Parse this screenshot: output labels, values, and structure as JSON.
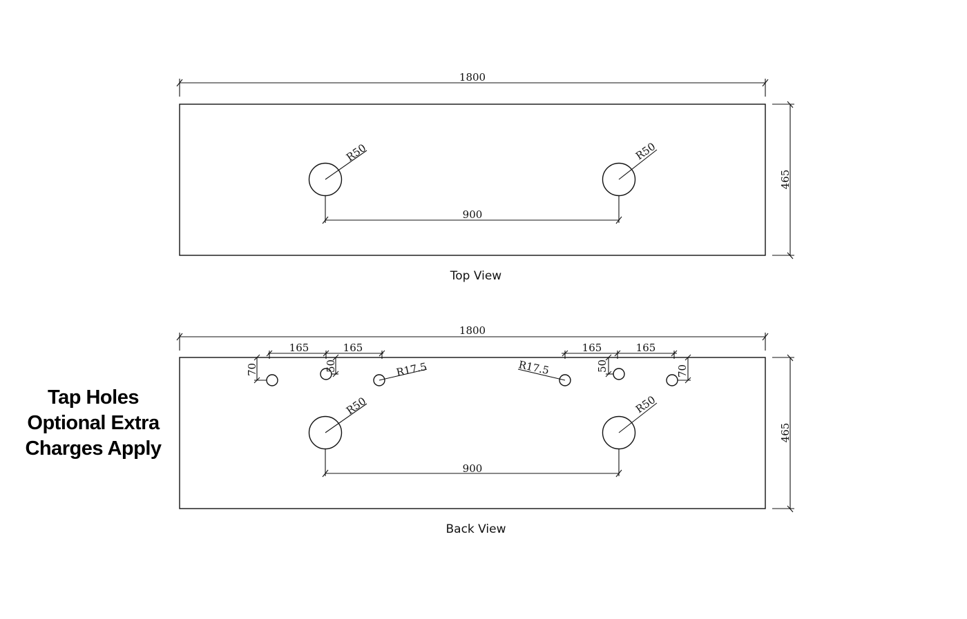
{
  "note": {
    "line1": "Tap Holes",
    "line2": "Optional Extra",
    "line3": "Charges Apply"
  },
  "top_view": {
    "caption": "Top View",
    "width_dim": "1800",
    "height_dim": "465",
    "basin_spacing_dim": "900",
    "basin_left_radius": "R50",
    "basin_right_radius": "R50"
  },
  "back_view": {
    "caption": "Back View",
    "width_dim": "1800",
    "height_dim": "465",
    "basin_spacing_dim": "900",
    "basin_left_radius": "R50",
    "basin_right_radius": "R50",
    "tap_spacing_left_a": "165",
    "tap_spacing_left_b": "165",
    "tap_spacing_right_a": "165",
    "tap_spacing_right_b": "165",
    "tap_offset_left_outer": "70",
    "tap_offset_left_center": "50",
    "tap_offset_right_center": "50",
    "tap_offset_right_outer": "70",
    "tap_radius_left": "R17.5",
    "tap_radius_right": "R17.5"
  }
}
